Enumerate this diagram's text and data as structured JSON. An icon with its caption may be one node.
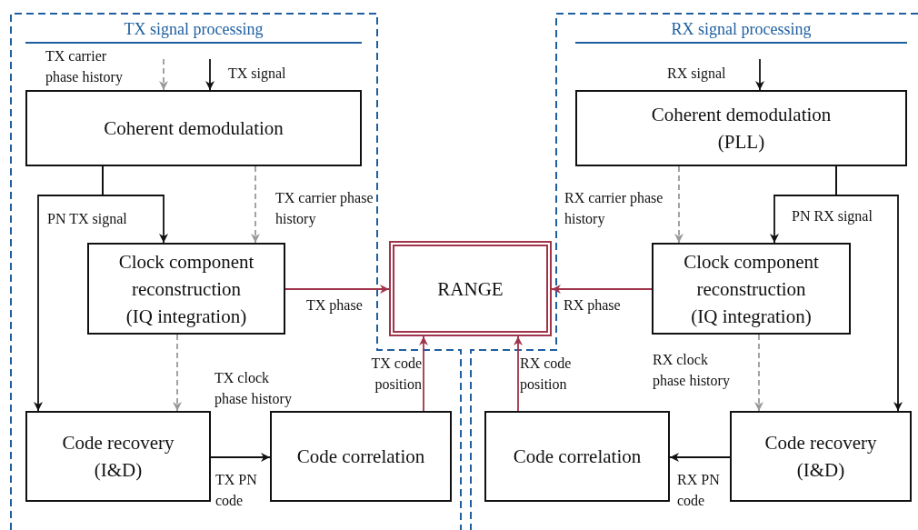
{
  "diagram": {
    "nodes": [
      {
        "text": [
          "TX signal processing"
        ]
      },
      {
        "text": [
          "Coherent demodulation"
        ],
        "in": 0
      },
      {
        "text": [
          "Clock component reconstruction (IQ integration)"
        ],
        "in": 0
      },
      {
        "text": [
          "Code recovery (I&D)"
        ],
        "in": 0
      },
      {
        "text": [
          "Code correlation"
        ],
        "in": 0
      },
      {
        "text": [
          "RANGE"
        ]
      },
      {
        "text": [
          "RX signal processing"
        ]
      },
      {
        "text": [
          "Coherent demodulation (PLL)"
        ],
        "in": 6
      },
      {
        "text": [
          "Clock component reconstruction (IQ integration)"
        ],
        "in": 6
      },
      {
        "text": [
          "Code recovery (I&D)"
        ],
        "in": 6
      },
      {
        "text": [
          "Code correlation"
        ],
        "in": 6
      }
    ],
    "edges": [
      {
        "from": null,
        "to": 1,
        "arrow": "to",
        "label": "TX carrier phase history",
        "style": "dashed",
        "color": "#999999"
      },
      {
        "from": null,
        "to": 1,
        "arrow": "to",
        "label": "TX signal"
      },
      {
        "from": 1,
        "to": 2,
        "arrow": "to",
        "label": "PN TX signal"
      },
      {
        "from": 1,
        "to": 3,
        "arrow": "to"
      },
      {
        "from": 1,
        "to": 2,
        "arrow": "to",
        "label": "TX carrier phase history",
        "style": "dashed",
        "color": "#999999"
      },
      {
        "from": 2,
        "to": 3,
        "arrow": "to",
        "label": "TX clock phase history",
        "style": "dashed",
        "color": "#999999"
      },
      {
        "from": 3,
        "to": 4,
        "arrow": "to",
        "label": "TX PN code"
      },
      {
        "from": 2,
        "to": 5,
        "arrow": "to",
        "label": "TX phase",
        "color": "#a0344a"
      },
      {
        "from": 4,
        "to": 5,
        "arrow": "to",
        "label": "TX code position",
        "color": "#a0344a"
      },
      {
        "from": null,
        "to": 7,
        "arrow": "to",
        "label": "RX signal"
      },
      {
        "from": 7,
        "to": 8,
        "arrow": "to",
        "label": "RX carrier phase history",
        "style": "dashed",
        "color": "#999999"
      },
      {
        "from": 7,
        "to": 8,
        "arrow": "to",
        "label": "PN RX signal"
      },
      {
        "from": 7,
        "to": 9,
        "arrow": "to"
      },
      {
        "from": 8,
        "to": 9,
        "arrow": "to",
        "label": "RX clock phase history",
        "style": "dashed",
        "color": "#999999"
      },
      {
        "from": 9,
        "to": 10,
        "arrow": "to",
        "label": "RX PN code"
      },
      {
        "from": 8,
        "to": 5,
        "arrow": "to",
        "label": "RX phase",
        "color": "#a0344a"
      },
      {
        "from": 10,
        "to": 5,
        "arrow": "to",
        "label": "RX code position",
        "color": "#a0344a"
      }
    ]
  }
}
